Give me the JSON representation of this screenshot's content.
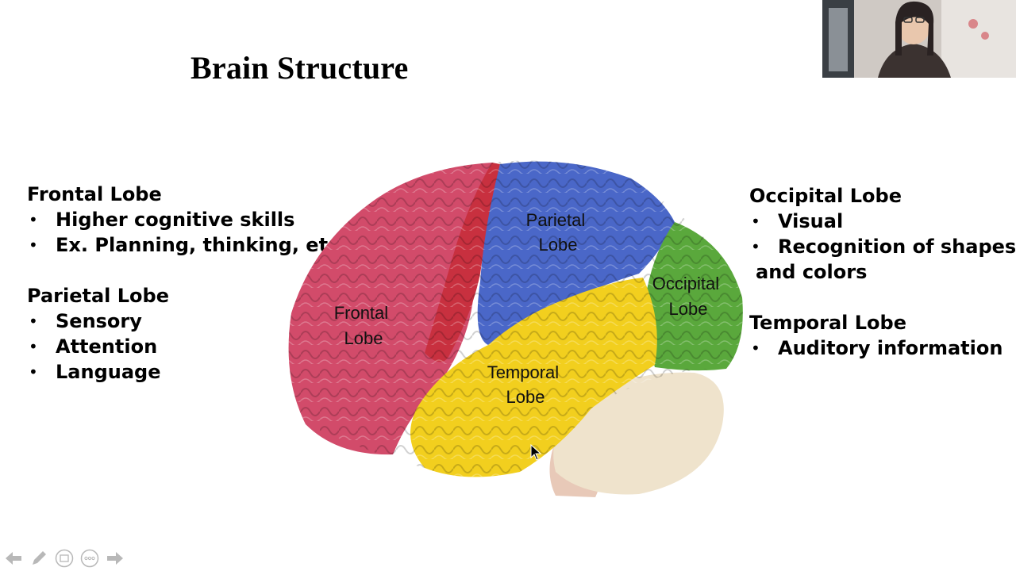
{
  "slide": {
    "title": "Brain Structure",
    "left_sections": [
      {
        "heading": "Frontal Lobe",
        "items": [
          "Higher cognitive skills",
          "Ex. Planning, thinking, etc."
        ]
      },
      {
        "heading": "Parietal Lobe",
        "items": [
          "Sensory",
          "Attention",
          "Language"
        ]
      }
    ],
    "right_sections": [
      {
        "heading": "Occipital Lobe",
        "items": [
          "Visual",
          "Recognition of shapes"
        ],
        "continuation": "and colors"
      },
      {
        "heading": "Temporal Lobe",
        "items": [
          "Auditory information"
        ]
      }
    ],
    "bullet": "•",
    "diagram_labels": {
      "parietal": [
        "Parietal",
        "Lobe"
      ],
      "frontal": [
        "Frontal",
        "Lobe"
      ],
      "occipital": [
        "Occipital",
        "Lobe"
      ],
      "temporal": [
        "Temporal",
        "Lobe"
      ]
    },
    "lobe_colors": {
      "frontal": "#d24b6a",
      "frontal_dark": "#c8303f",
      "parietal": "#4a67c8",
      "occipital": "#5aa83c",
      "temporal": "#f2cf1e",
      "cerebellum": "#efe3cc",
      "brainstem": "#e8c9b8"
    }
  },
  "toolbar": {
    "buttons": [
      "previous-arrow-icon",
      "pen-icon",
      "slides-icon",
      "more-options-icon",
      "next-arrow-icon"
    ]
  },
  "webcam": {
    "present": true
  }
}
